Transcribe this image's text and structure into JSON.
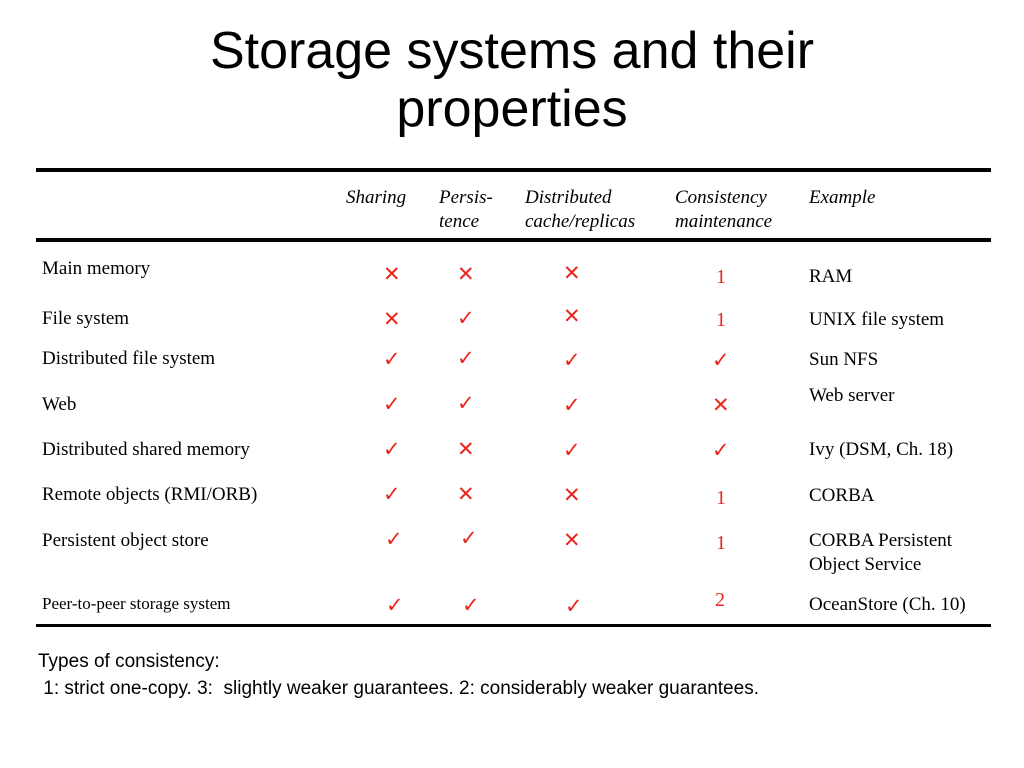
{
  "title": "Storage systems and their\nproperties",
  "headers": {
    "sharing": "Sharing",
    "persistence": "Persis-\ntence",
    "distributed": "Distributed\ncache/replicas",
    "consistency": "Consistency\nmaintenance",
    "example": "Example"
  },
  "symbols": {
    "yes": "✓",
    "no": "✕"
  },
  "rows": [
    {
      "label": "Main memory",
      "sharing": "✕",
      "persistence": "✕",
      "distributed": "✕",
      "consistency": "1",
      "example": "RAM"
    },
    {
      "label": "File system",
      "sharing": "✕",
      "persistence": "✓",
      "distributed": "✕",
      "consistency": "1",
      "example": "UNIX file system"
    },
    {
      "label": "Distributed file system",
      "sharing": "✓",
      "persistence": "✓",
      "distributed": "✓",
      "consistency": "✓",
      "example": "Sun NFS"
    },
    {
      "label": "Web",
      "sharing": "✓",
      "persistence": "✓",
      "distributed": "✓",
      "consistency": "✕",
      "example": "Web server"
    },
    {
      "label": "Distributed shared memory",
      "sharing": "✓",
      "persistence": "✕",
      "distributed": "✓",
      "consistency": "✓",
      "example": "Ivy (DSM, Ch. 18)"
    },
    {
      "label": "Remote objects (RMI/ORB)",
      "sharing": "✓",
      "persistence": "✕",
      "distributed": "✕",
      "consistency": "1",
      "example": "CORBA"
    },
    {
      "label": "Persistent object store",
      "sharing": "✓",
      "persistence": "✓",
      "distributed": "✕",
      "consistency": "1",
      "example": "CORBA Persistent\nObject Service"
    },
    {
      "label": "Peer-to-peer storage system",
      "sharing": "✓",
      "persistence": "✓",
      "distributed": "✓",
      "consistency": "2",
      "example": "OceanStore (Ch. 10)"
    }
  ],
  "footnote": {
    "line1": "Types of consistency:",
    "line2": " 1: strict one-copy. 3:  slightly weaker guarantees. 2: considerably weaker guarantees."
  },
  "colors": {
    "mark": "#e8261d",
    "text": "#000000"
  }
}
